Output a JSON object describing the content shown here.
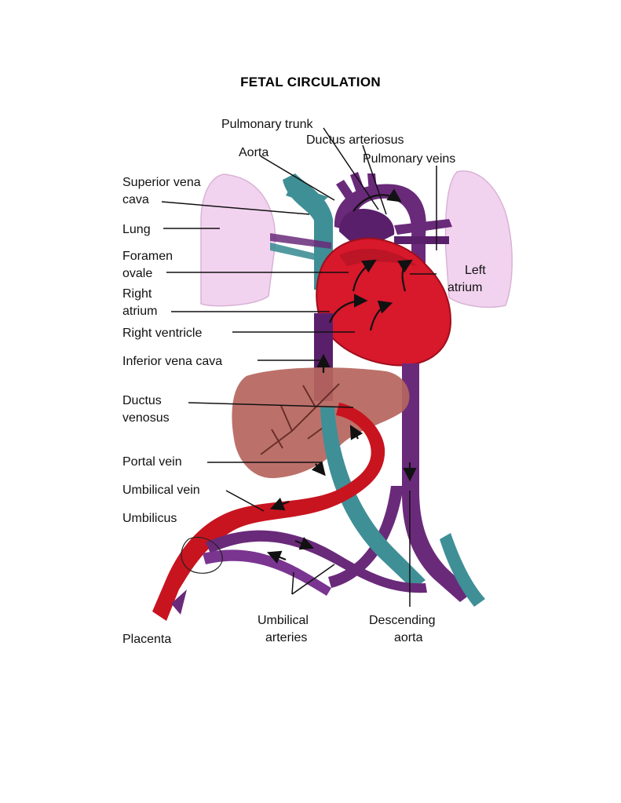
{
  "title": "FETAL CIRCULATION",
  "labels": {
    "pulmonary_trunk": "Pulmonary trunk",
    "ductus_arteriosus": "Ductus arteriosus",
    "aorta": "Aorta",
    "pulmonary_veins": "Pulmonary veins",
    "superior_vena_cava_1": "Superior vena",
    "superior_vena_cava_2": "cava",
    "lung": "Lung",
    "foramen_ovale_1": "Foramen",
    "foramen_ovale_2": "ovale",
    "left_atrium_1": "Left",
    "left_atrium_2": "atrium",
    "right_atrium_1": "Right",
    "right_atrium_2": "atrium",
    "right_ventricle": "Right ventricle",
    "inferior_vena_cava": "Inferior vena cava",
    "ductus_venosus_1": "Ductus",
    "ductus_venosus_2": "venosus",
    "portal_vein": "Portal vein",
    "umbilical_vein": "Umbilical vein",
    "umbilicus": "Umbilicus",
    "placenta": "Placenta",
    "umbilical_arteries_1": "Umbilical",
    "umbilical_arteries_2": "arteries",
    "descending_aorta_1": "Descending",
    "descending_aorta_2": "aorta"
  },
  "colors": {
    "lung": "#f2d3ef",
    "lung_edge": "#d9b3d6",
    "vena": "#3f8f96",
    "artery": "#6a2a7a",
    "heart": "#d8182b",
    "heart_dark": "#9e0f1d",
    "liver": "#b5655d",
    "umbilical_vein": "#c8141f"
  }
}
